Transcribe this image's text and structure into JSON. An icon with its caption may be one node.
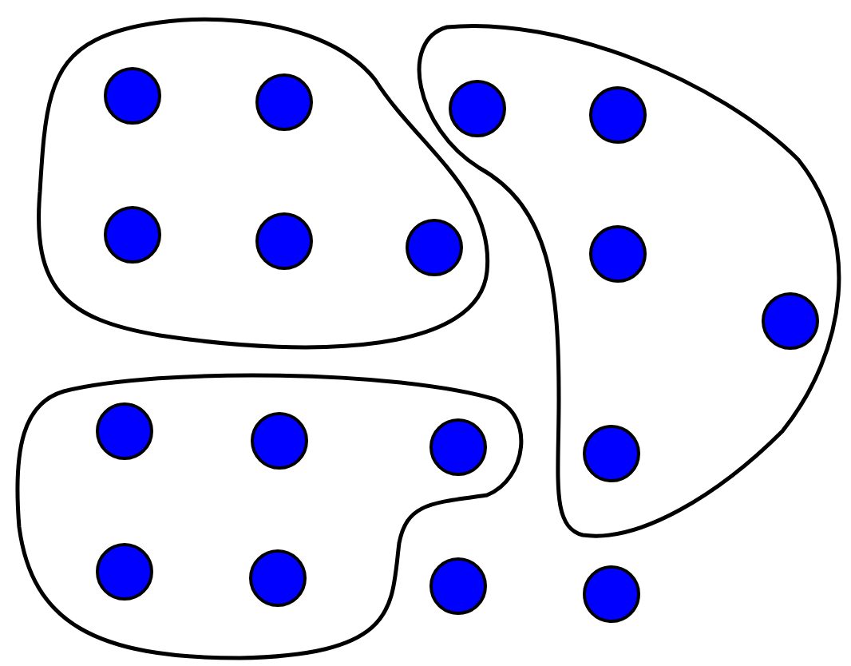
{
  "diagram": {
    "nodes": [
      {
        "text": [],
        "shape": "blob"
      },
      {
        "text": [],
        "shape": "circle",
        "in": 0
      },
      {
        "text": [],
        "shape": "circle",
        "in": 0
      },
      {
        "text": [],
        "shape": "circle",
        "in": 0
      },
      {
        "text": [],
        "shape": "circle",
        "in": 0
      },
      {
        "text": [],
        "shape": "circle",
        "in": 0
      },
      {
        "text": [],
        "shape": "blob"
      },
      {
        "text": [],
        "shape": "circle",
        "in": 6
      },
      {
        "text": [],
        "shape": "circle",
        "in": 6
      },
      {
        "text": [],
        "shape": "circle",
        "in": 6
      },
      {
        "text": [],
        "shape": "circle",
        "in": 6
      },
      {
        "text": [],
        "shape": "circle",
        "in": 6
      },
      {
        "text": [],
        "shape": "blob"
      },
      {
        "text": [],
        "shape": "circle",
        "in": 12
      },
      {
        "text": [],
        "shape": "circle",
        "in": 12
      },
      {
        "text": [],
        "shape": "circle",
        "in": 12
      },
      {
        "text": [],
        "shape": "circle",
        "in": 12
      },
      {
        "text": [],
        "shape": "circle",
        "in": 12
      },
      {
        "text": [],
        "shape": "circle"
      },
      {
        "text": [],
        "shape": "circle"
      }
    ]
  }
}
